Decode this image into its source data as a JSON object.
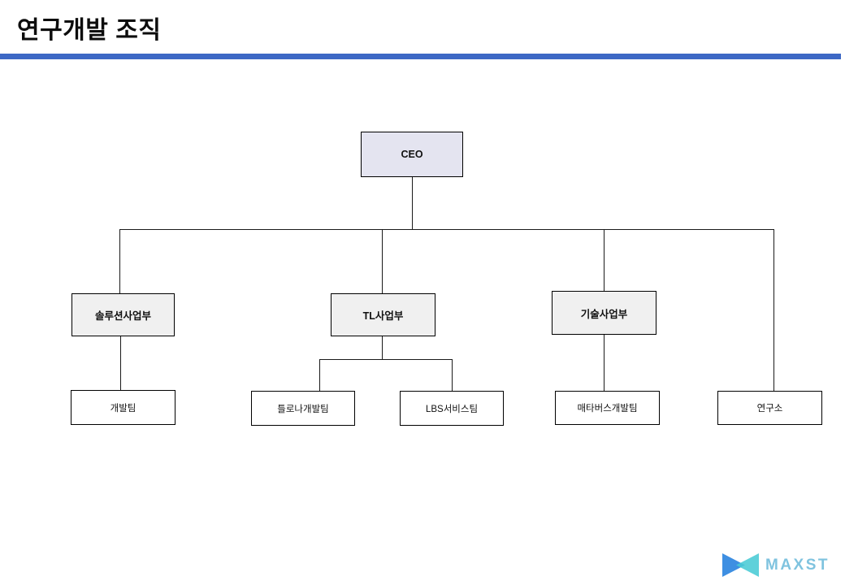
{
  "page": {
    "title": "연구개발 조직"
  },
  "colors": {
    "accent": "#3D68C5",
    "ceo_fill": "#E4E4F0",
    "dept_fill": "#F0F0F0",
    "team_fill": "#FFFFFF",
    "line": "#1a1a1a",
    "logo_blue": "#3E8FE2",
    "logo_teal": "#49CBD5",
    "logo_text": "#7FC3DF"
  },
  "org": {
    "nodes": [
      {
        "id": "ceo",
        "label": "CEO",
        "level": 1
      },
      {
        "id": "solution-division",
        "label": "솔루션사업부",
        "level": 2
      },
      {
        "id": "tl-division",
        "label": "TL사업부",
        "level": 2
      },
      {
        "id": "tech-division",
        "label": "기술사업부",
        "level": 2
      },
      {
        "id": "dev-team",
        "label": "개발팀",
        "level": 3
      },
      {
        "id": "tlona-dev-team",
        "label": "틀로나개발팀",
        "level": 3
      },
      {
        "id": "lbs-service-team",
        "label": "LBS서비스팀",
        "level": 3
      },
      {
        "id": "metaverse-dev-team",
        "label": "매타버스개발팀",
        "level": 3
      },
      {
        "id": "research-lab",
        "label": "연구소",
        "level": 3
      }
    ],
    "edges": [
      {
        "from": "ceo",
        "to": "solution-division"
      },
      {
        "from": "ceo",
        "to": "tl-division"
      },
      {
        "from": "ceo",
        "to": "tech-division"
      },
      {
        "from": "ceo",
        "to": "research-lab"
      },
      {
        "from": "solution-division",
        "to": "dev-team"
      },
      {
        "from": "tl-division",
        "to": "tlona-dev-team"
      },
      {
        "from": "tl-division",
        "to": "lbs-service-team"
      },
      {
        "from": "tech-division",
        "to": "metaverse-dev-team"
      }
    ]
  },
  "logo": {
    "text": "MAXST"
  }
}
